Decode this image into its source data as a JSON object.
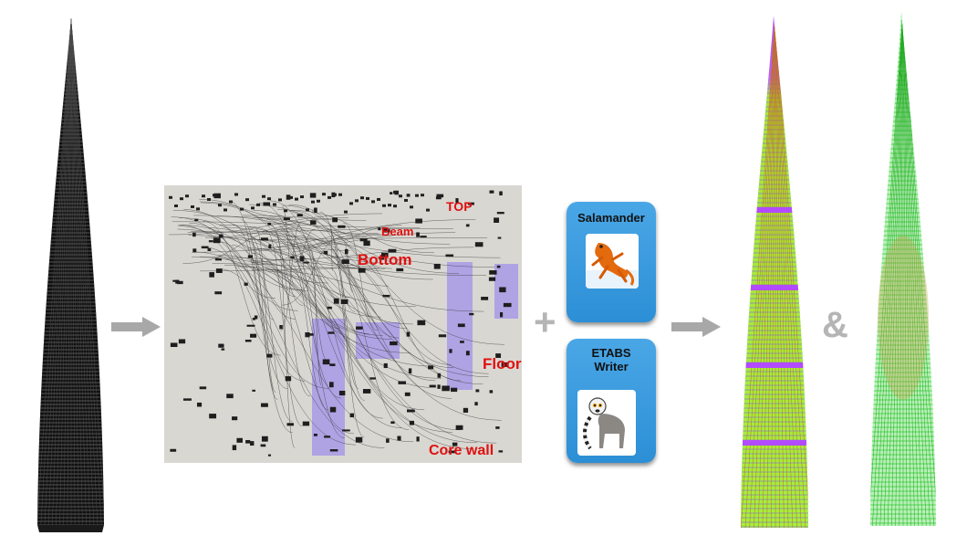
{
  "diagram": {
    "canvas_labels": {
      "top": "TOP",
      "beam": "Beam",
      "bottom": "Bottom",
      "floors": "Floors",
      "core_wall": "Core wall"
    },
    "plugins": [
      {
        "title": "Salamander",
        "icon": "salamander-icon"
      },
      {
        "title": "ETABS\nWriter",
        "icon": "lemur-icon"
      }
    ],
    "operators": {
      "plus": "+",
      "and": "&"
    },
    "icons": [
      "right-arrow-icon",
      "wireframe-tower-icon",
      "structural-model-icon"
    ],
    "colors": {
      "label_red": "#e01010",
      "arrow_grey": "#a8a8a8",
      "card_blue": "#3a9ae0",
      "model_magenta": "#b24bff",
      "model_green": "#3cff3c"
    }
  }
}
